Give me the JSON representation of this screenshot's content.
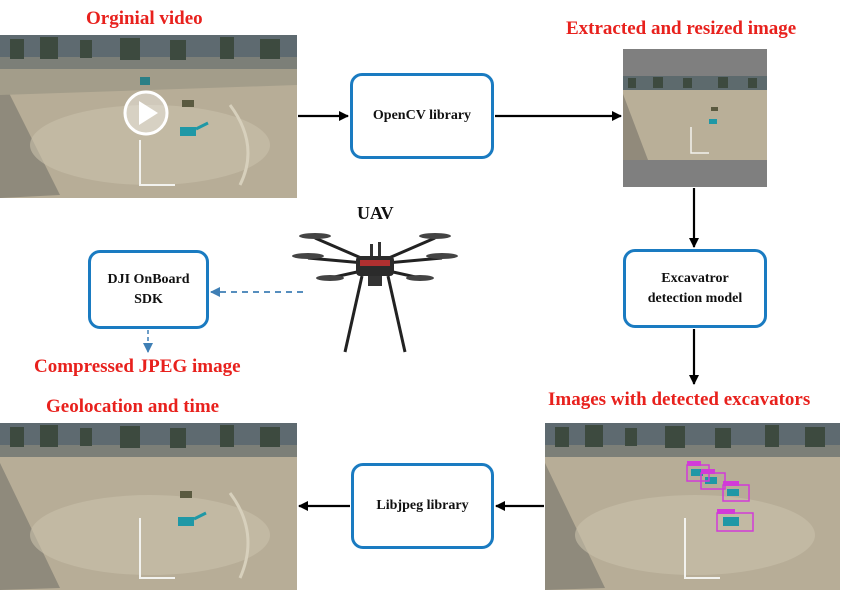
{
  "labels": {
    "original_video": "Orginial video",
    "extracted_resized": "Extracted and resized image",
    "uav": "UAV",
    "compressed_jpeg": "Compressed JPEG image",
    "geolocation_time": "Geolocation and time",
    "images_detected": "Images with detected excavators"
  },
  "boxes": {
    "opencv": "OpenCV library",
    "excavator_model_line1": "Excavatror",
    "excavator_model_line2": "detection model",
    "dji_line1": "DJI OnBoard",
    "dji_line2": "SDK",
    "libjpeg": "Libjpeg library"
  },
  "colors": {
    "label_red": "#e8211d",
    "box_border": "#1a7bc1",
    "detection_box": "#d23ad8",
    "dashed_arrow": "#3f7fb5"
  },
  "icons": [
    "play-icon",
    "drone-icon",
    "excavator-icon"
  ]
}
